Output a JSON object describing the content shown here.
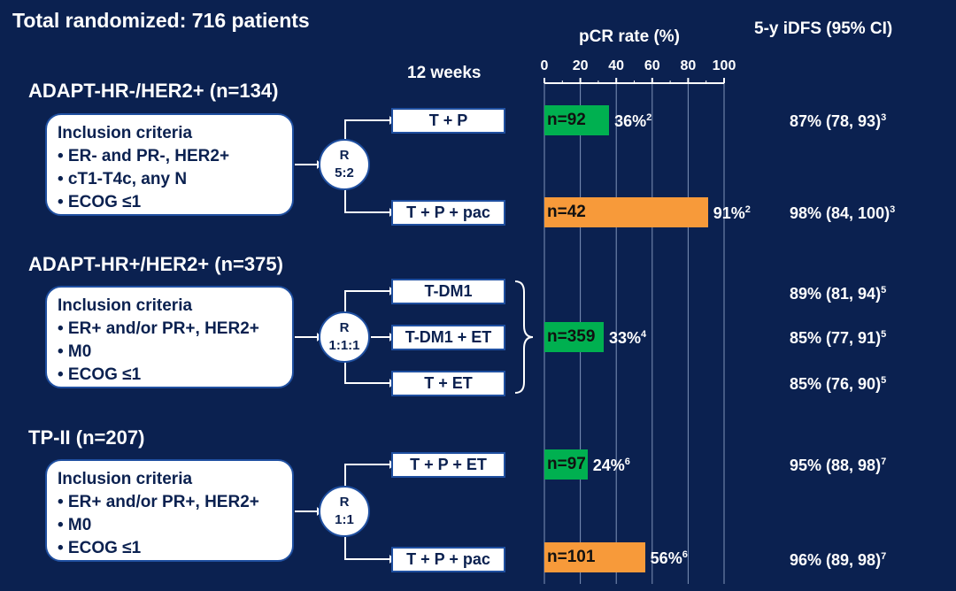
{
  "title": "Total randomized: 716 patients",
  "headers": {
    "weeks": "12 weeks",
    "pcr": "pCR rate (%)",
    "idfs": "5-y iDFS (95% CI)"
  },
  "colors": {
    "background": "#0b2150",
    "green": "#00b050",
    "orange": "#f79a3a",
    "box_border": "#1f4fa0"
  },
  "sections": [
    {
      "title": "ADAPT-HR-/HER2+ (n=134)",
      "inclusion_title": "Inclusion criteria",
      "criteria": [
        "• ER- and PR-, HER2+",
        "• cT1-T4c, any N",
        "• ECOG ≤1"
      ],
      "randomization": [
        "R",
        "5:2"
      ],
      "arms": [
        "T + P",
        "T + P + pac"
      ],
      "idfs": [
        {
          "value": "87% (78, 93)",
          "ref": "3"
        },
        {
          "value": "98% (84, 100)",
          "ref": "3"
        }
      ]
    },
    {
      "title": "ADAPT-HR+/HER2+ (n=375)",
      "inclusion_title": "Inclusion criteria",
      "criteria": [
        "• ER+ and/or PR+, HER2+",
        "• M0",
        "• ECOG ≤1"
      ],
      "randomization": [
        "R",
        "1:1:1"
      ],
      "arms": [
        "T-DM1",
        "T-DM1 + ET",
        "T + ET"
      ],
      "idfs": [
        {
          "value": "89% (81, 94)",
          "ref": "5"
        },
        {
          "value": "85% (77, 91)",
          "ref": "5"
        },
        {
          "value": "85% (76, 90)",
          "ref": "5"
        }
      ]
    },
    {
      "title": "TP-II (n=207)",
      "inclusion_title": "Inclusion criteria",
      "criteria": [
        "• ER+ and/or PR+, HER2+",
        "• M0",
        "• ECOG ≤1"
      ],
      "randomization": [
        "R",
        "1:1"
      ],
      "arms": [
        "T + P + ET",
        "T + P + pac"
      ],
      "idfs": [
        {
          "value": "95% (88, 98)",
          "ref": "7"
        },
        {
          "value": "96% (89, 98)",
          "ref": "7"
        }
      ]
    }
  ],
  "chart_data": {
    "type": "bar",
    "orientation": "horizontal",
    "xlim": [
      0,
      100
    ],
    "ticks": [
      "0",
      "20",
      "40",
      "60",
      "80",
      "100"
    ],
    "bars": [
      {
        "n": "n=92",
        "value": 36,
        "label": "36%",
        "ref": "2",
        "color": "#00b050"
      },
      {
        "n": "n=42",
        "value": 91,
        "label": "91%",
        "ref": "2",
        "color": "#f79a3a"
      },
      {
        "n": "n=359",
        "value": 33,
        "label": "33%",
        "ref": "4",
        "color": "#00b050"
      },
      {
        "n": "n=97",
        "value": 24,
        "label": "24%",
        "ref": "6",
        "color": "#00b050"
      },
      {
        "n": "n=101",
        "value": 56,
        "label": "56%",
        "ref": "6",
        "color": "#f79a3a"
      }
    ]
  }
}
